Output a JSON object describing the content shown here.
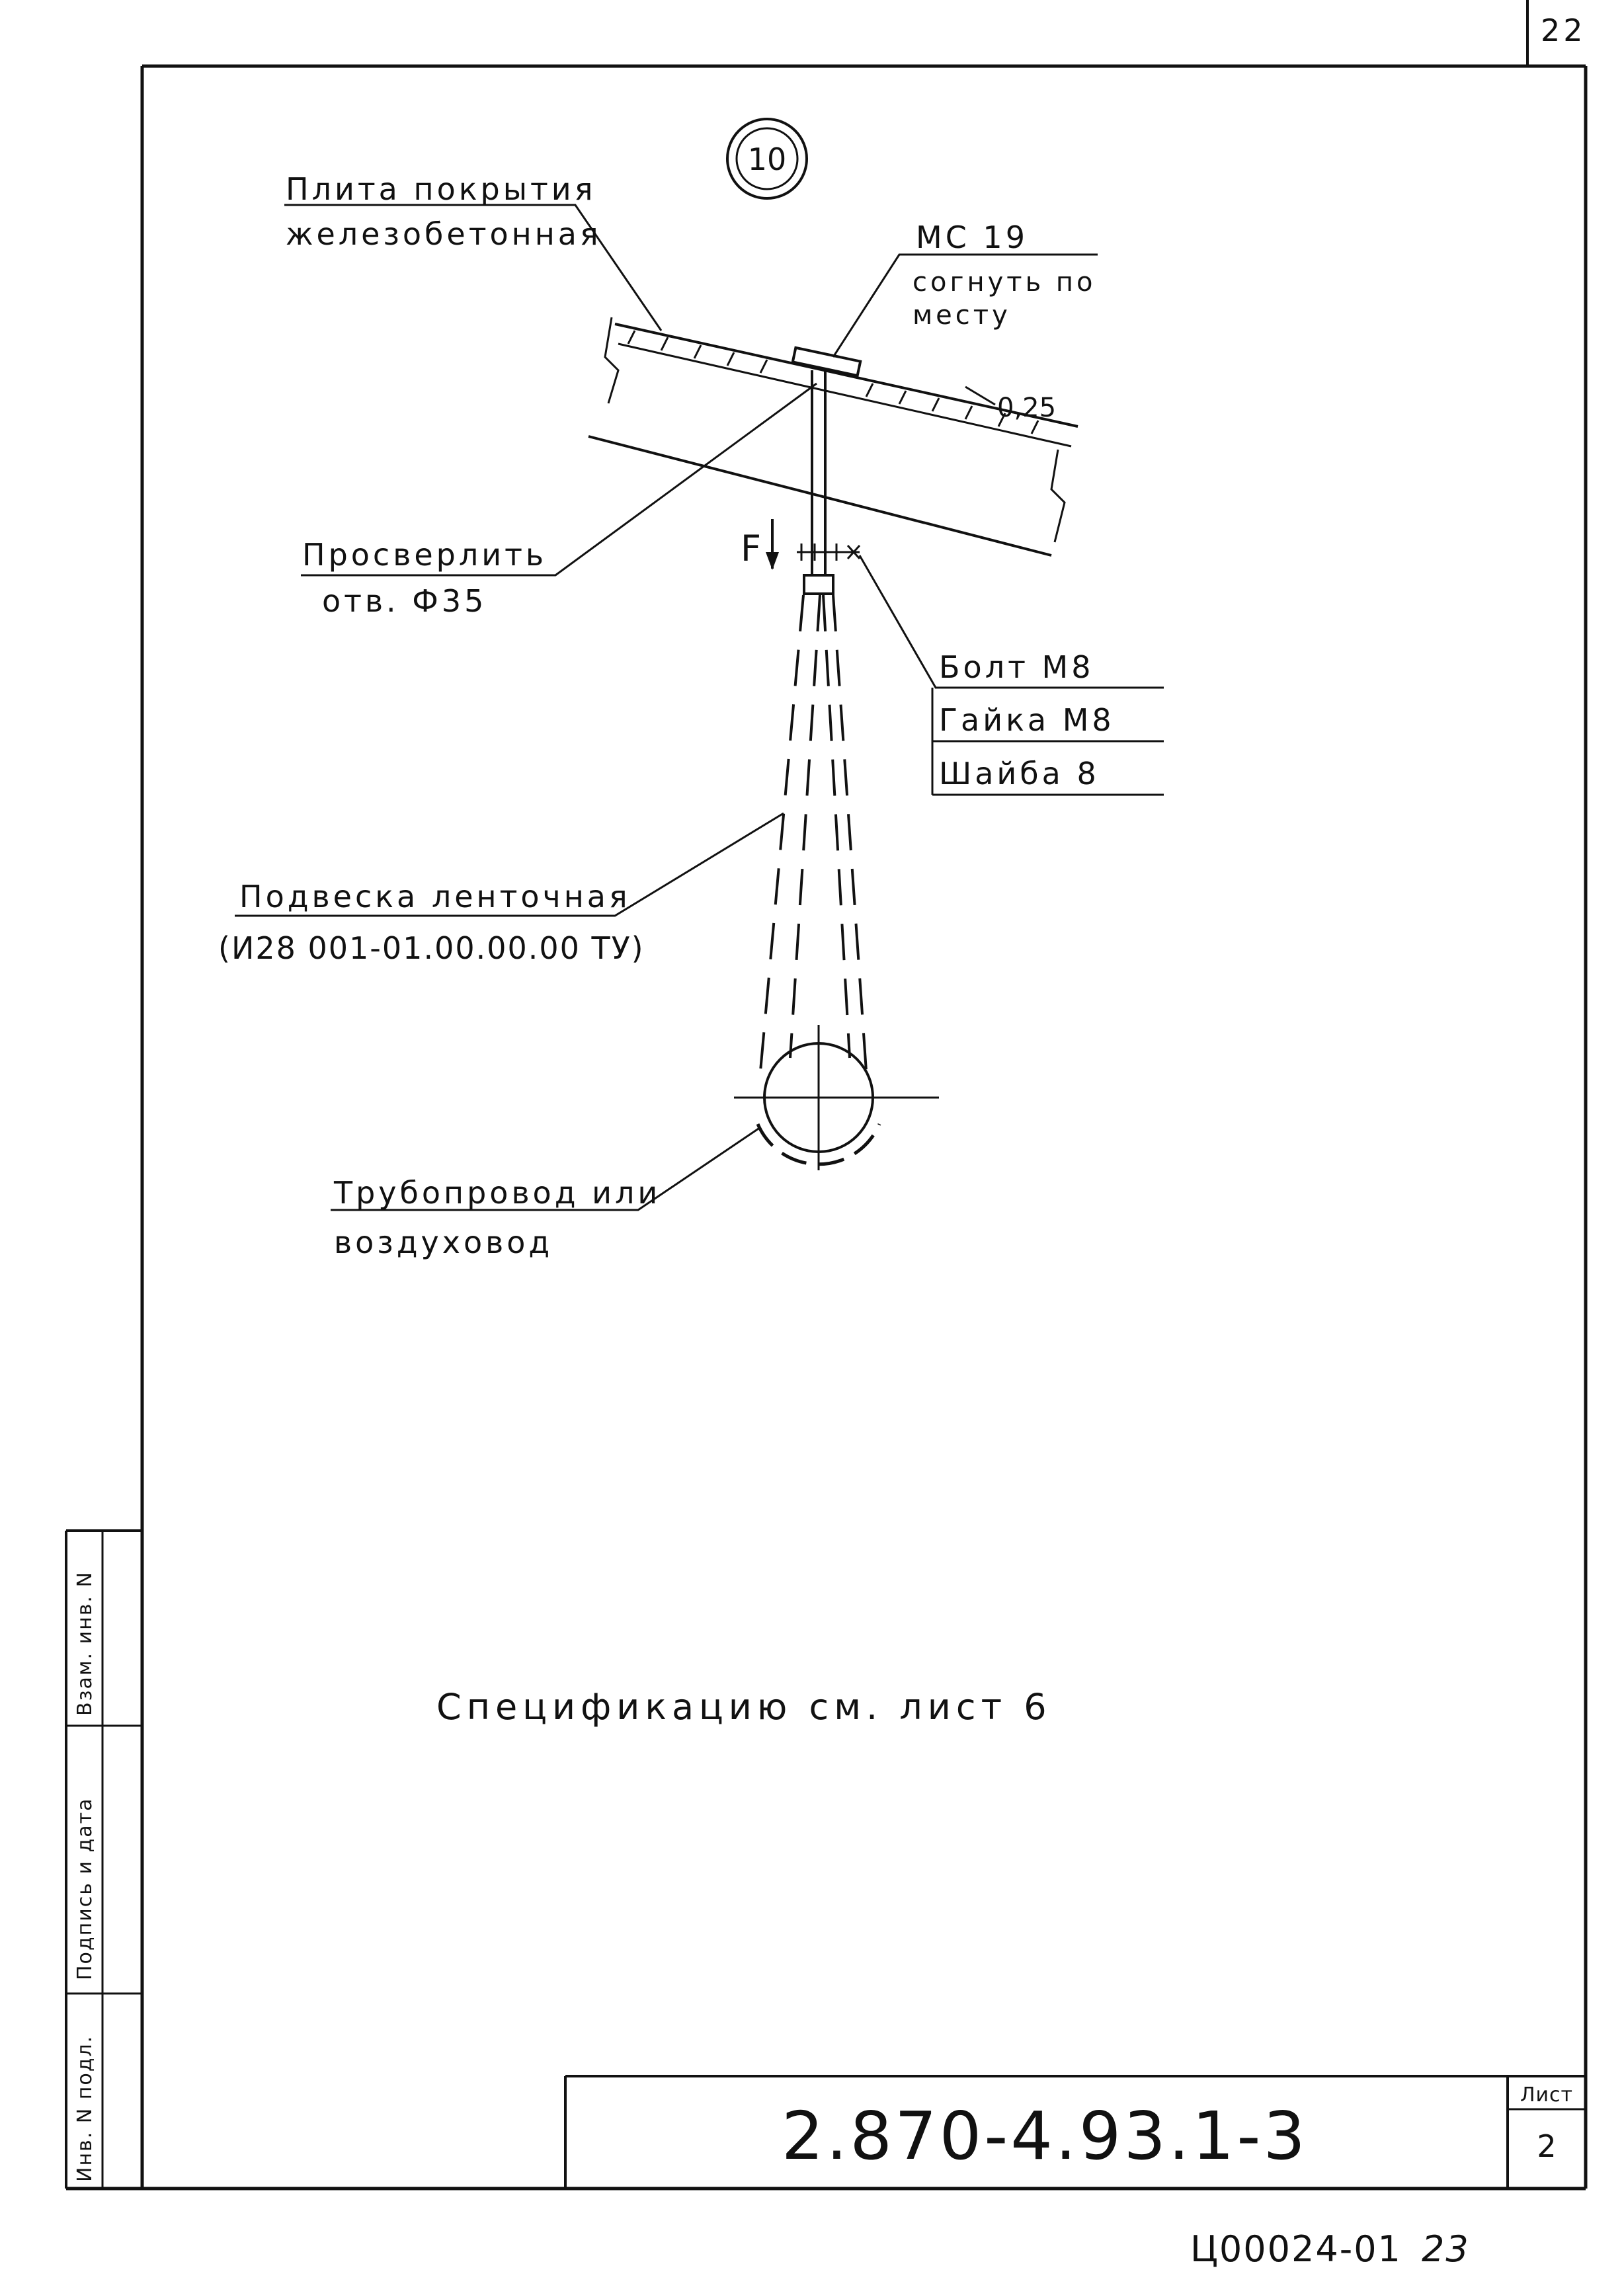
{
  "page_number_top": "22",
  "callout_number": "10",
  "labels": {
    "slab_line1": "Плита покрытия",
    "slab_line2": "железобетонная",
    "mc_line1": "МС 19",
    "mc_line2": "согнуть по",
    "mc_line3": "месту",
    "slope": "0,25",
    "drill_line1": "Просверлить",
    "drill_line2": "отв. Ф35",
    "force": "F",
    "bolt": "Болт М8",
    "nut": "Гайка М8",
    "washer": "Шайба 8",
    "hanger_line1": "Подвеска ленточная",
    "hanger_line2": "(И28 001-01.00.00.00 ТУ)",
    "pipe_line1": "Трубопровод или",
    "pipe_line2": "воздуховод",
    "spec_note": "Спецификацию см. лист 6"
  },
  "side_stamp": {
    "cell_top": "Взам. инв. N",
    "cell_middle": "Подпись и дата",
    "cell_bottom": "Инв. N подл."
  },
  "title_block": {
    "document_code": "2.870-4.93.1-3",
    "sheet_label": "Лист",
    "sheet_number": "2"
  },
  "archive_code": "Ц00024-01",
  "archive_page": "23"
}
